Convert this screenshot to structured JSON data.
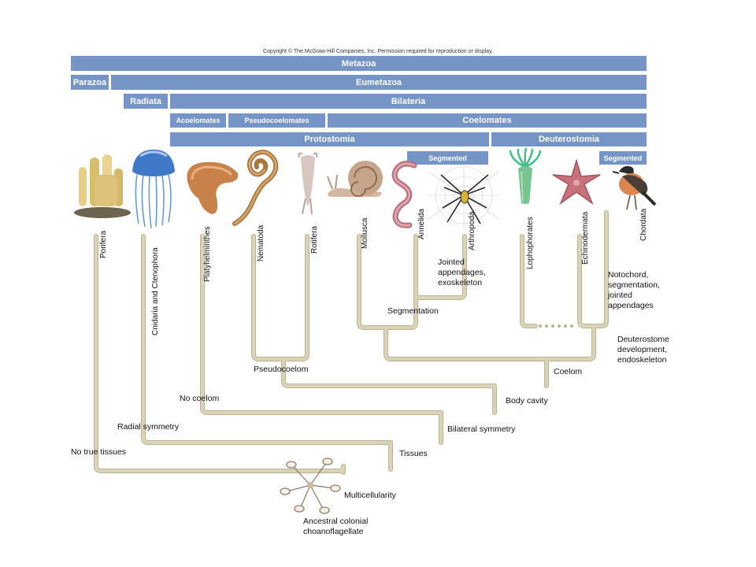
{
  "copyright": "Copyright © The McGraw-Hill Companies, Inc. Permission required for reproduction or display.",
  "groups": {
    "metazoa": "Metazoa",
    "parazoa": "Parazoa",
    "eumetazoa": "Eumetazoa",
    "radiata": "Radiata",
    "bilateria": "Bilateria",
    "acoelomates": "Acoelomates",
    "pseudocoelomates": "Pseudocoelomates",
    "coelomates": "Coelomates",
    "protostomia": "Protostomia",
    "deuterostomia": "Deuterostomia",
    "segmented_protostome": "Segmented",
    "segmented_deuterostome": "Segmented"
  },
  "taxa": {
    "porifera": "Porifera",
    "cnidaria": "Cnidaria and Ctenophora",
    "platyhelminthes": "Platyhelminthes",
    "nematoda": "Nematoda",
    "rotifera": "Rotifera",
    "mollusca": "Mollusca",
    "annelida": "Annelida",
    "arthropoda": "Arthropoda",
    "lophophorates": "Lophophorates",
    "echinodermata": "Echinodermata",
    "chordata": "Chordata"
  },
  "characters": {
    "arthropod_line1": "Jointed",
    "arthropod_line2": "appendages,",
    "arthropod_line3": "exoskeleton",
    "chordate_line1": "Notochord,",
    "chordate_line2": "segmentation,",
    "chordate_line3": "jointed",
    "chordate_line4": "appendages",
    "segmentation": "Segmentation",
    "deutero_line1": "Deuterostome",
    "deutero_line2": "development,",
    "deutero_line3": "endoskeleton",
    "pseudocoelom": "Pseudocoelom",
    "coelom": "Coelom",
    "no_coelom": "No coelom",
    "body_cavity": "Body cavity",
    "radial_symmetry": "Radial symmetry",
    "bilateral_symmetry": "Bilateral symmetry",
    "no_true_tissues": "No true tissues",
    "tissues": "Tissues",
    "multicellularity": "Multicellularity",
    "ancestor_line1": "Ancestral colonial",
    "ancestor_line2": "choanoflagellate"
  },
  "colors": {
    "bar": "#7595c7",
    "branch": "#d9d3b8",
    "branch_edge": "#bdb48f"
  }
}
